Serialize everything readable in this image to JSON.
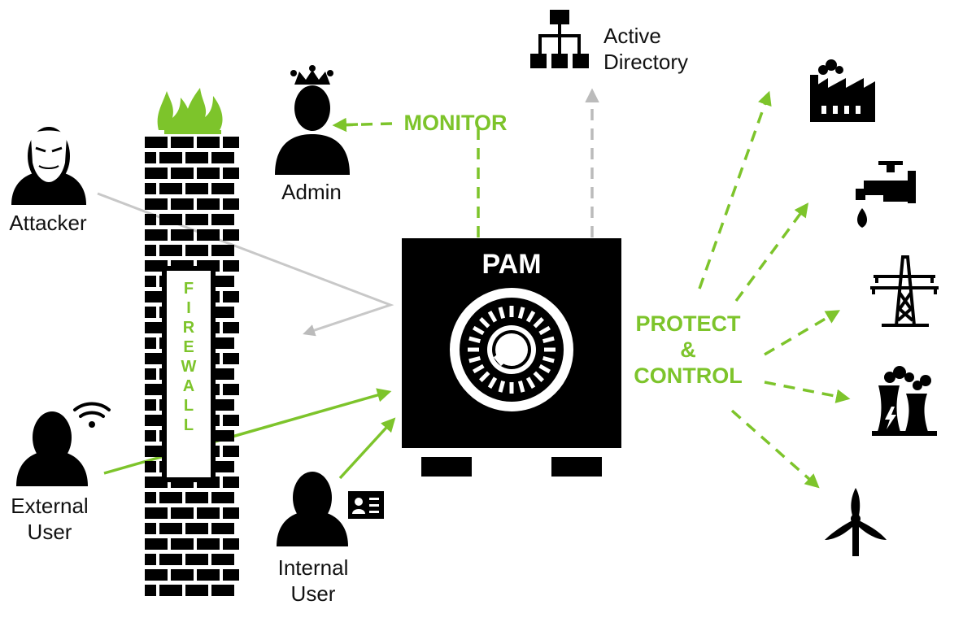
{
  "nodes": {
    "attacker": "Attacker",
    "external_user": [
      "External",
      "User"
    ],
    "internal_user": [
      "Internal",
      "User"
    ],
    "admin": "Admin",
    "active_directory": [
      "Active",
      "Directory"
    ],
    "pam": "PAM"
  },
  "links": {
    "monitor": "MONITOR",
    "protect_control": [
      "PROTECT",
      "&",
      "CONTROL"
    ]
  },
  "firewall": {
    "letters": [
      "F",
      "I",
      "R",
      "E",
      "W",
      "A",
      "L",
      "L"
    ]
  },
  "icons": {
    "attacker": "anonymous-mask-person-icon",
    "external_user": "person-wifi-icon",
    "internal_user": "person-id-card-icon",
    "admin": "person-crown-icon",
    "active_directory": "org-chart-icon",
    "firewall": "brick-wall-fire-icon",
    "pam": "safe-vault-icon",
    "targets": [
      "factory-icon",
      "water-tap-icon",
      "power-pylon-icon",
      "power-plant-icon",
      "wind-turbine-icon"
    ]
  },
  "colors": {
    "accent": "#7dc42b",
    "gray_arrow": "#bbbbbb",
    "ink": "#000000"
  }
}
